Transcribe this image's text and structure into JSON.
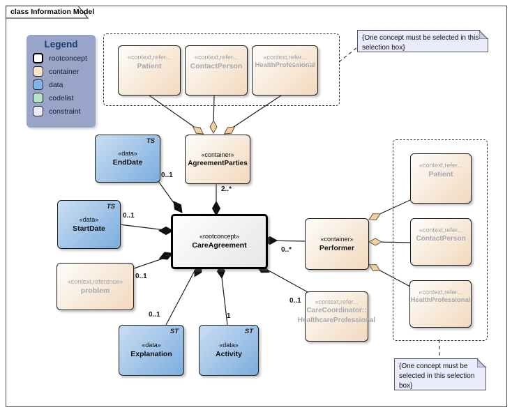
{
  "diagram": {
    "title": "class Information Model"
  },
  "legend": {
    "title": "Legend",
    "items": [
      {
        "label": "rootconcept",
        "type": "rootconcept"
      },
      {
        "label": "container",
        "type": "container"
      },
      {
        "label": "data",
        "type": "data"
      },
      {
        "label": "codelist",
        "type": "codelist"
      },
      {
        "label": "constraint",
        "type": "constraint"
      }
    ]
  },
  "notes": {
    "top": "{One concept must be selected in this selection box}",
    "bottom": "{One concept must be selected in this selection box}"
  },
  "nodes": {
    "top_patient": {
      "stereotype": "«context,refer...",
      "name": "Patient"
    },
    "top_contactperson": {
      "stereotype": "«context,refer...",
      "name": "ContactPerson"
    },
    "top_healthprofessional": {
      "stereotype": "«context,refer...",
      "name": "HealthProfessional"
    },
    "agreement_parties": {
      "stereotype": "«container»",
      "name": "AgreementParties"
    },
    "end_date": {
      "stereotype": "«data»",
      "name": "EndDate",
      "tag": "TS"
    },
    "start_date": {
      "stereotype": "«data»",
      "name": "StartDate",
      "tag": "TS"
    },
    "problem": {
      "stereotype": "«context,reference»",
      "name": "problem"
    },
    "care_agreement": {
      "stereotype": "«rootconcept»",
      "name": "CareAgreement"
    },
    "performer": {
      "stereotype": "«container»",
      "name": "Performer"
    },
    "right_patient": {
      "stereotype": "«context,refer...",
      "name": "Patient"
    },
    "right_contactperson": {
      "stereotype": "«context,refer...",
      "name": "ContactPerson"
    },
    "right_healthprofessional": {
      "stereotype": "«context,refer...",
      "name": "HealthProfessional"
    },
    "care_coordinator": {
      "stereotype": "«context,refer...",
      "name": "CareCoordinator::",
      "name2": "HealthcareProfessional"
    },
    "explanation": {
      "stereotype": "«data»",
      "name": "Explanation",
      "tag": "ST"
    },
    "activity": {
      "stereotype": "«data»",
      "name": "Activity",
      "tag": "ST"
    }
  },
  "multiplicities": {
    "end_date": "0..1",
    "agreement_parties": "2..*",
    "start_date": "0..1",
    "problem": "0..1",
    "performer": "0..*",
    "care_coordinator": "0..1",
    "explanation": "0..1",
    "activity": "1"
  },
  "colors": {
    "container_fill": "#f2d9bd",
    "data_fill": "#7cadde",
    "codelist_fill": "#b5e6c9",
    "constraint_fill": "#e9eafc",
    "rootconcept_fill": "#ffffff",
    "legend_bg": "#98a5c9",
    "note_bg": "#eaebfa",
    "composition_diamond": "#111111",
    "aggregation_diamond": "#ecd0a6"
  }
}
